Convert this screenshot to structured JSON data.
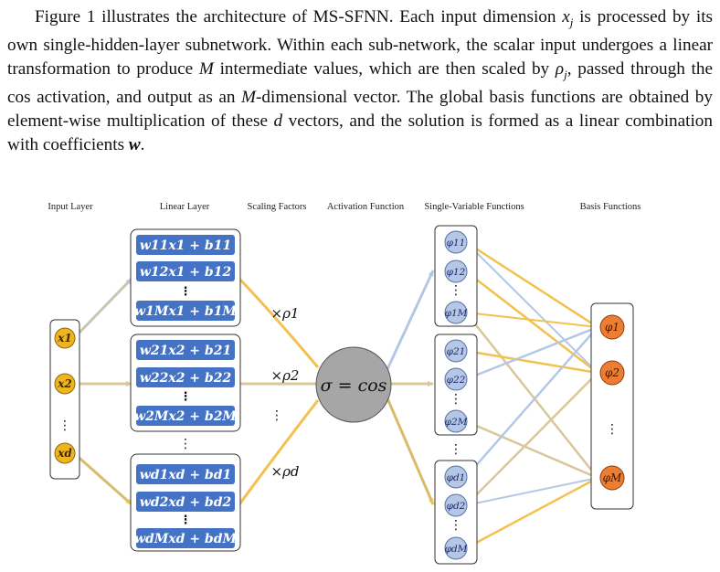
{
  "paragraph": {
    "s1": "Figure 1 illustrates the architecture of MS-SFNN. Each input dimension ",
    "xj": "x",
    "xj_sub": "j",
    "s2": " is processed by its own single-hidden-layer subnetwork. Within each sub-network, the scalar input undergoes a linear transformation to produce ",
    "M1": "M",
    "s3": " intermediate values, which are then scaled by ",
    "rhoj": "ρ",
    "rhoj_sub": "j",
    "s4": ", passed through the cos activation, and output as an ",
    "M2": "M",
    "s5": "-dimensional vector. The global basis functions are obtained by element-wise multiplication of these ",
    "d": "d",
    "s6": " vectors, and the solution is formed as a linear combination with coefficients ",
    "w": "w",
    "s7": "."
  },
  "figure": {
    "headers": {
      "input_layer": "Input Layer",
      "linear_layer": "Linear Layer",
      "scaling_factors": "Scaling Factors",
      "activation_function": "Activation Function",
      "single_variable_functions": "Single-Variable Functions",
      "basis_functions": "Basis Functions"
    },
    "inputs": [
      "x1",
      "x2",
      "⋮",
      "xd"
    ],
    "linear_groups": [
      [
        "w11x1 + b11",
        "w12x1 + b12",
        "⋮",
        "w1Mx1 + b1M"
      ],
      [
        "w21x2 + b21",
        "w22x2 + b22",
        "⋮",
        "w2Mx2 + b2M"
      ],
      [
        "wd1xd + bd1",
        "wd2xd + bd2",
        "⋮",
        "wdMxd + bdM"
      ]
    ],
    "scaling": [
      "×ρ1",
      "×ρ2",
      "⋮",
      "×ρd"
    ],
    "activation": "σ = cos",
    "single_variable_groups": [
      [
        "φ11",
        "φ12",
        "φ1M"
      ],
      [
        "φ21",
        "φ22",
        "φ2M"
      ],
      [
        "φd1",
        "φd2",
        "φdM"
      ]
    ],
    "basis": [
      "φ1",
      "φ2",
      "⋮",
      "φM"
    ],
    "colors": {
      "linear_box": "#4472c4",
      "input_node": "#f0b41e",
      "single_var_node": "#b4c7e7",
      "basis_node": "#ed7d31",
      "activation_node": "#a6a6a6",
      "arrow_gold": "#f2c14e",
      "arrow_blue": "#b4c7e7"
    }
  }
}
